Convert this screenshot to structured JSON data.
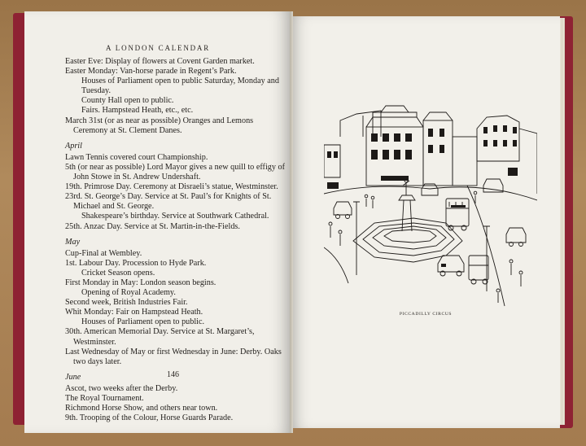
{
  "left_page": {
    "running_head": "A LONDON CALENDAR",
    "entries": [
      {
        "type": "entry",
        "text": "Easter Eve: Display of flowers at Covent Garden market."
      },
      {
        "type": "entry",
        "text": "Easter Monday: Van-horse parade in Regent’s Park."
      },
      {
        "type": "nested",
        "text": "Houses of Parliament open to public Saturday, Monday and Tuesday."
      },
      {
        "type": "nested",
        "text": "County Hall open to public."
      },
      {
        "type": "nested",
        "text": "Fairs. Hampstead Heath, etc., etc."
      },
      {
        "type": "entry",
        "text": "March 31st (or as near as possible) Oranges and Lemons Ceremony at St. Clement Danes."
      },
      {
        "type": "month",
        "text": "April"
      },
      {
        "type": "entry",
        "text": "Lawn Tennis covered court Championship."
      },
      {
        "type": "entry",
        "text": "5th (or near as possible) Lord Mayor gives a new quill to effigy of John Stowe in St. Andrew Undershaft."
      },
      {
        "type": "entry",
        "text": "19th. Primrose Day. Ceremony at Disraeli’s statue, Westminster."
      },
      {
        "type": "entry",
        "text": "23rd. St. George’s Day. Service at St. Paul’s for Knights of St. Michael and St. George."
      },
      {
        "type": "nested",
        "text": "Shakespeare’s birthday. Service at Southwark Cathedral."
      },
      {
        "type": "entry",
        "text": "25th. Anzac Day. Service at St. Martin-in-the-Fields."
      },
      {
        "type": "month",
        "text": "May"
      },
      {
        "type": "entry",
        "text": "Cup-Final at Wembley."
      },
      {
        "type": "entry",
        "text": "1st. Labour Day. Procession to Hyde Park."
      },
      {
        "type": "nested",
        "text": "Cricket Season opens."
      },
      {
        "type": "entry",
        "text": "First Monday in May: London season begins."
      },
      {
        "type": "nested",
        "text": "Opening of Royal Academy."
      },
      {
        "type": "entry",
        "text": "Second week, British Industries Fair."
      },
      {
        "type": "entry",
        "text": "Whit Monday: Fair on Hampstead Heath."
      },
      {
        "type": "nested",
        "text": "Houses of Parliament open to public."
      },
      {
        "type": "entry",
        "text": "30th. American Memorial Day. Service at St. Margaret’s, Westminster."
      },
      {
        "type": "entry",
        "text": "Last Wednesday of May or first Wednesday in June: Derby. Oaks two days later."
      },
      {
        "type": "month",
        "text": "June"
      },
      {
        "type": "entry",
        "text": "Ascot, two weeks after the Derby."
      },
      {
        "type": "entry",
        "text": "The Royal Tournament."
      },
      {
        "type": "entry",
        "text": "Richmond Horse Show, and others near town."
      },
      {
        "type": "entry",
        "text": "9th. Trooping of the Colour, Horse Guards Parade."
      }
    ],
    "page_number": "146"
  },
  "right_page": {
    "illustration_icon": "piccadilly-circus-drawing",
    "caption": "PICCADILLY CIRCUS"
  },
  "colors": {
    "paper": "#f1efe9",
    "ink": "#24211e",
    "cover": "#8e2233",
    "table": "#a77f52"
  }
}
